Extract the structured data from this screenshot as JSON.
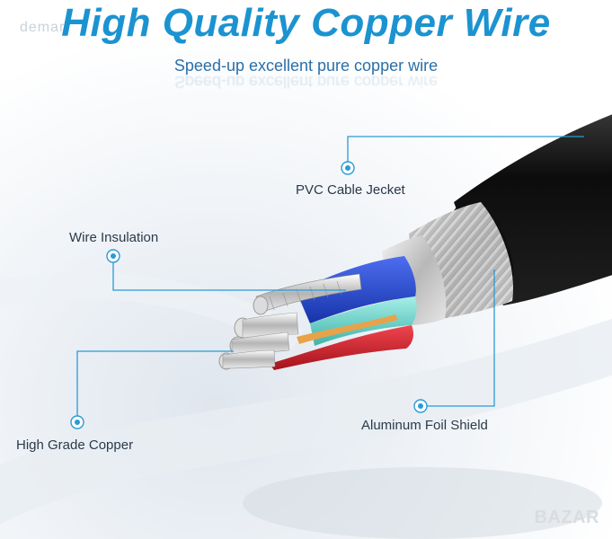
{
  "header": {
    "title": "High Quality Copper Wire",
    "subtitle": "Speed-up excellent pure copper wire"
  },
  "labels": {
    "jacket": "PVC Cable Jecket",
    "insulation": "Wire Insulation",
    "foil": "Aluminum Foil Shield",
    "copper": "High Grade Copper"
  },
  "watermarks": {
    "left": "demar",
    "right": "BAZAR"
  },
  "colors": {
    "accent": "#1c93d1",
    "callout": "#2a9bd6",
    "jacket": "#111111",
    "blue_wire": "#2447c9",
    "teal_wire": "#6fd3c9",
    "red_wire": "#d21f2a"
  }
}
